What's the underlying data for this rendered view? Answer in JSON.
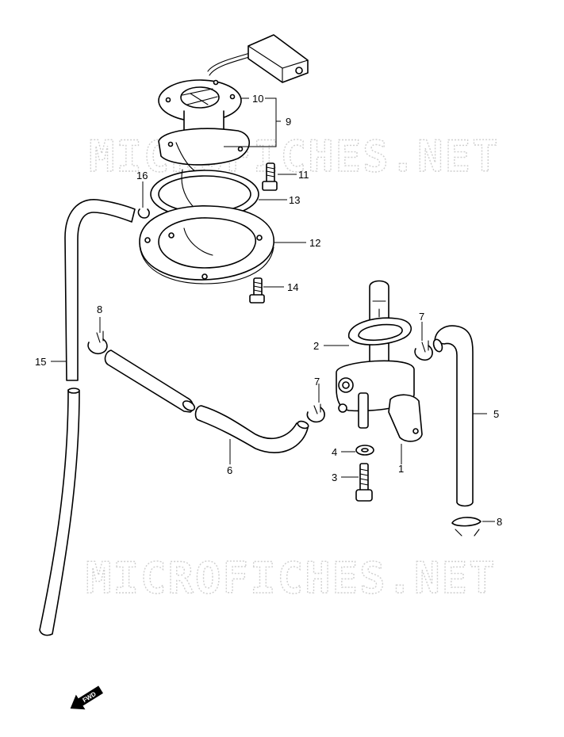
{
  "watermarks": [
    "MICROFICHES.NET",
    "MICROFICHES.NET"
  ],
  "callouts": {
    "c1": "1",
    "c2": "2",
    "c3": "3",
    "c4": "4",
    "c5": "5",
    "c6": "6",
    "c7a": "7",
    "c7b": "7",
    "c8a": "8",
    "c8b": "8",
    "c9": "9",
    "c10": "10",
    "c11": "11",
    "c12": "12",
    "c13": "13",
    "c14": "14",
    "c15": "15",
    "c16": "16"
  },
  "fwd_label": "FWD"
}
